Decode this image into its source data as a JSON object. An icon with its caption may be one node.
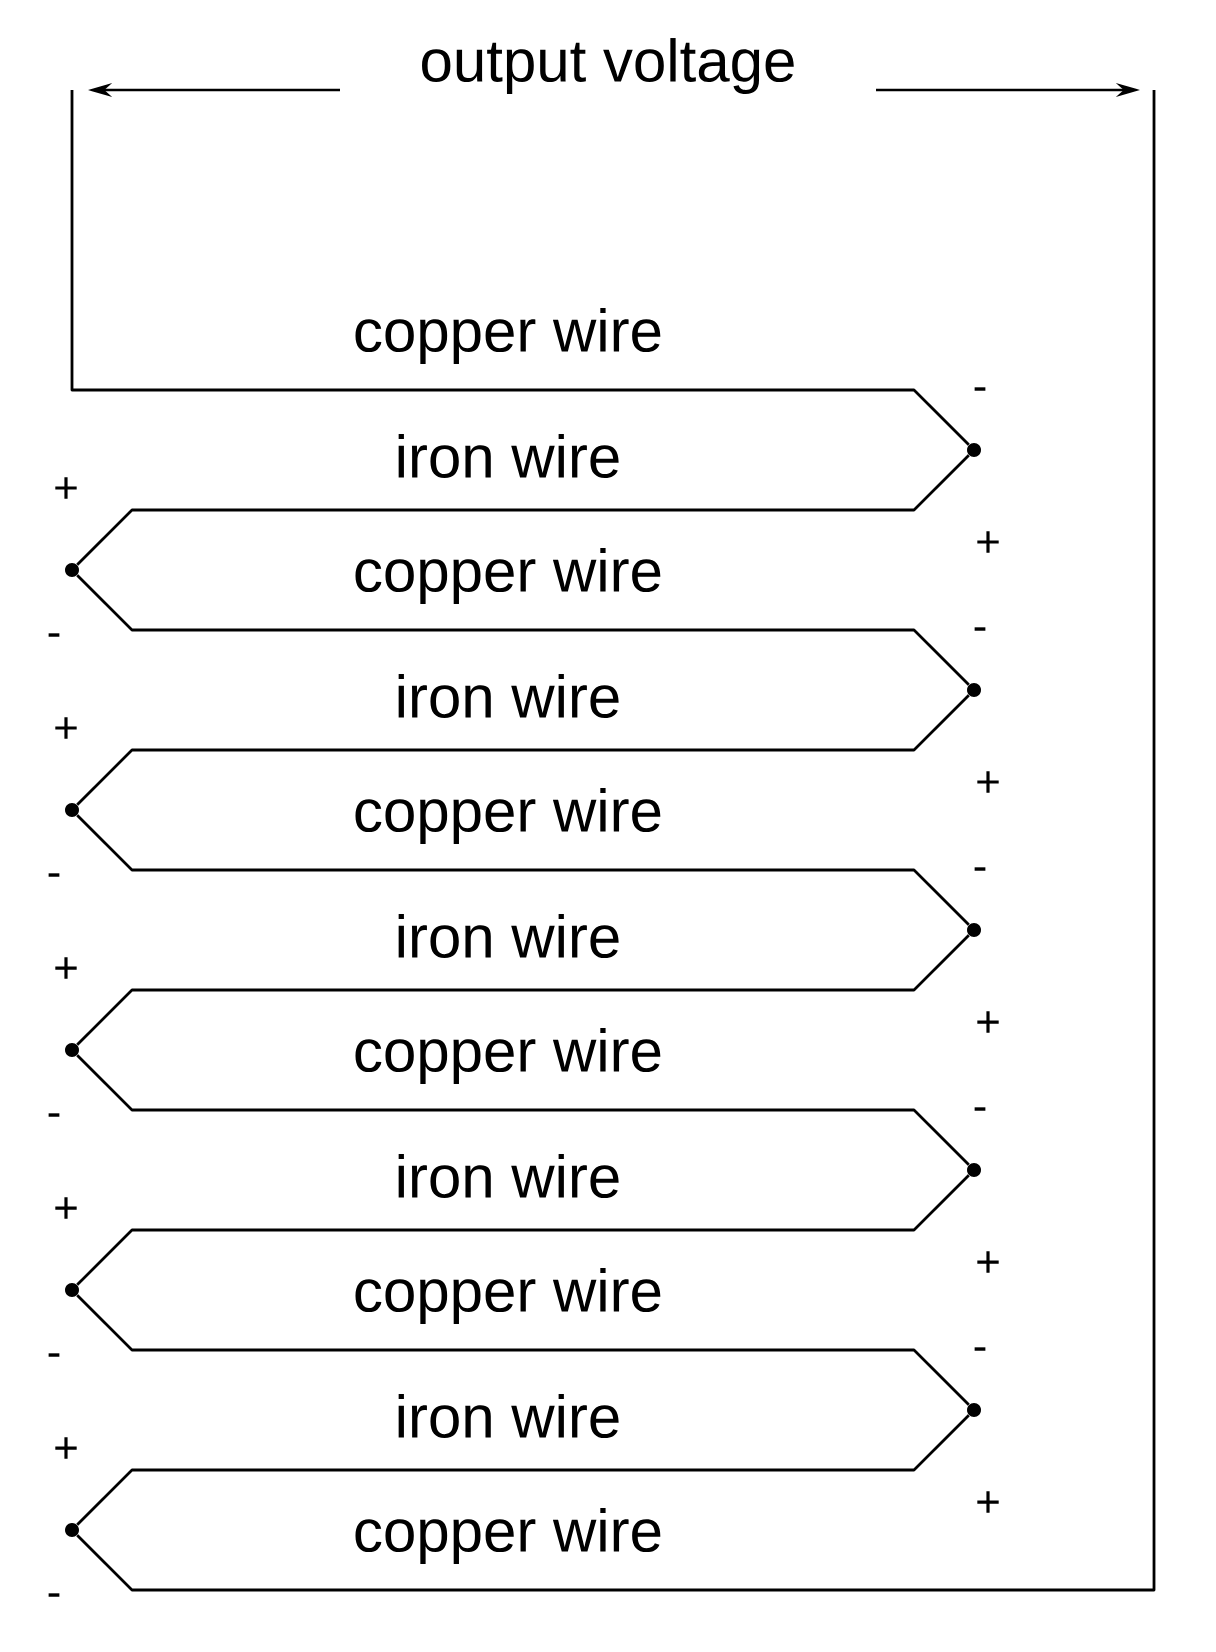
{
  "diagram": {
    "nodes": [
      {
        "text": [],
        "shape": "circle"
      },
      {
        "text": [],
        "shape": "circle"
      },
      {
        "text": [],
        "shape": "circle"
      },
      {
        "text": [],
        "shape": "circle"
      },
      {
        "text": [],
        "shape": "circle"
      },
      {
        "text": [],
        "shape": "circle"
      },
      {
        "text": [],
        "shape": "circle"
      },
      {
        "text": [],
        "shape": "circle"
      },
      {
        "text": [],
        "shape": "circle"
      },
      {
        "text": [],
        "shape": "circle"
      }
    ],
    "edges": [
      {
        "from": null,
        "to": 0,
        "arrow": "none",
        "label": "copper wire"
      },
      {
        "from": 0,
        "to": 1,
        "arrow": "none",
        "label": "iron wire"
      },
      {
        "from": 1,
        "to": 2,
        "arrow": "none",
        "label": "copper wire"
      },
      {
        "from": 2,
        "to": 3,
        "arrow": "none",
        "label": "iron wire"
      },
      {
        "from": 3,
        "to": 4,
        "arrow": "none",
        "label": "copper wire"
      },
      {
        "from": 4,
        "to": 5,
        "arrow": "none",
        "label": "iron wire"
      },
      {
        "from": 5,
        "to": 6,
        "arrow": "none",
        "label": "copper wire"
      },
      {
        "from": 6,
        "to": 7,
        "arrow": "none",
        "label": "iron wire"
      },
      {
        "from": 7,
        "to": 8,
        "arrow": "none",
        "label": "copper wire"
      },
      {
        "from": 8,
        "to": 9,
        "arrow": "none",
        "label": "iron wire"
      },
      {
        "from": 9,
        "to": null,
        "arrow": "none",
        "label": "copper wire"
      }
    ],
    "labels": [
      "output voltage",
      "-",
      "+",
      "+",
      "-",
      "-",
      "+",
      "+",
      "-",
      "-",
      "+",
      "+",
      "-",
      "-",
      "+",
      "+",
      "-",
      "-",
      "+",
      "+",
      "-"
    ]
  }
}
